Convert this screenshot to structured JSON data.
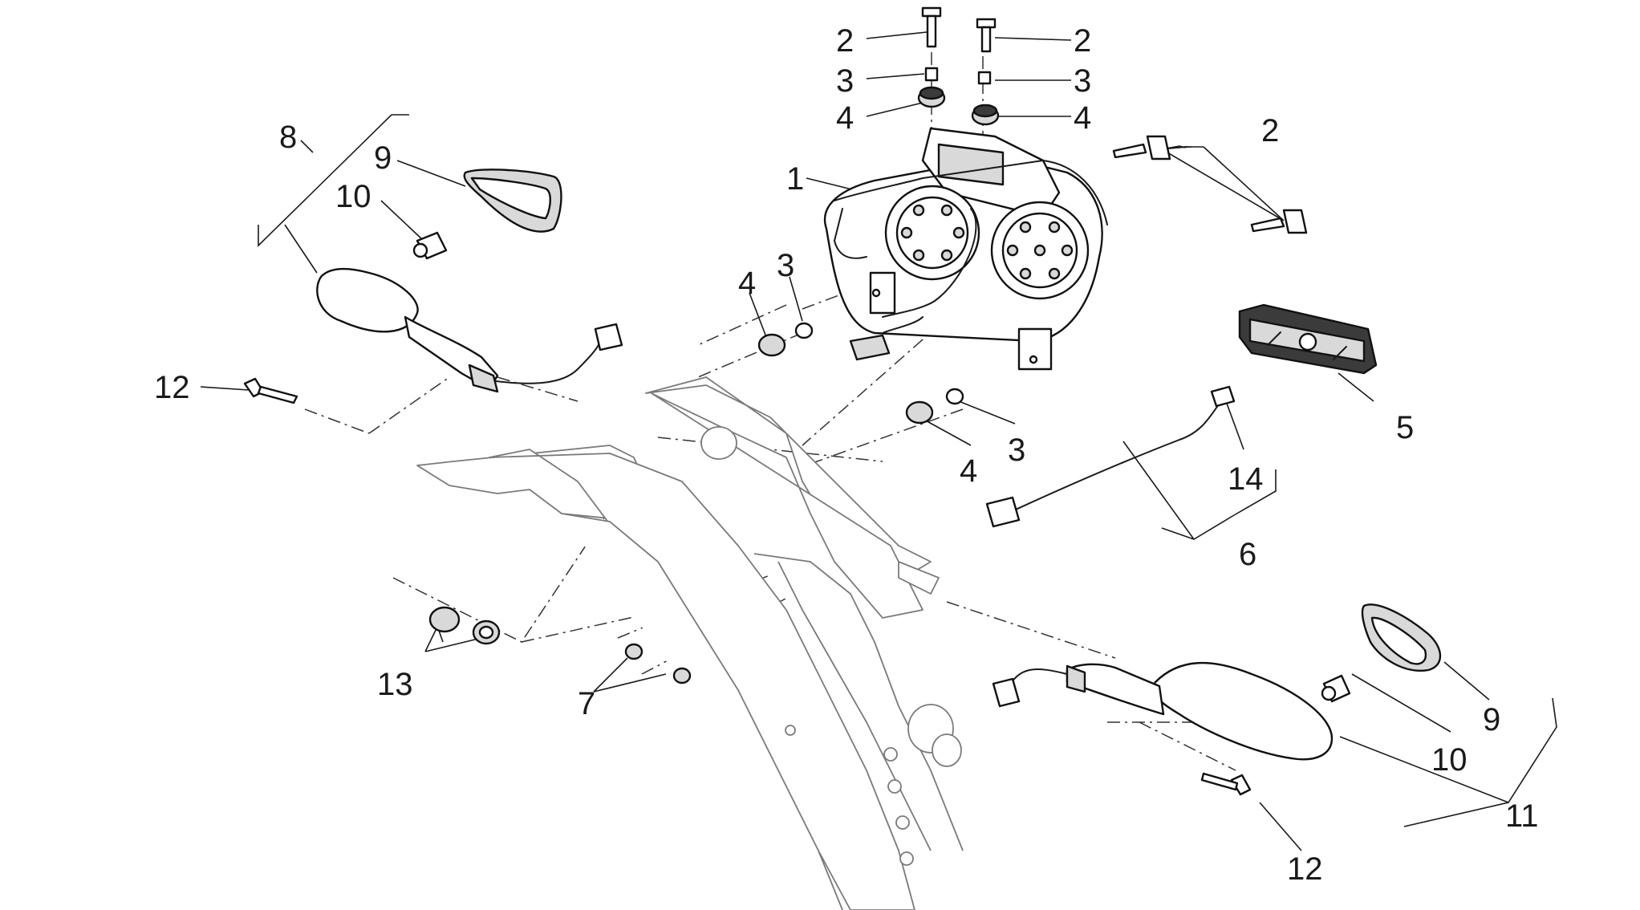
{
  "diagram": {
    "callouts": [
      {
        "id": "c-top-2-left",
        "text": "2"
      },
      {
        "id": "c-top-3-left",
        "text": "3"
      },
      {
        "id": "c-top-4-left",
        "text": "4"
      },
      {
        "id": "c-top-2-right",
        "text": "2"
      },
      {
        "id": "c-top-3-right",
        "text": "3"
      },
      {
        "id": "c-top-4-right",
        "text": "4"
      },
      {
        "id": "c-1",
        "text": "1"
      },
      {
        "id": "c-2-far-right",
        "text": "2"
      },
      {
        "id": "c-8",
        "text": "8"
      },
      {
        "id": "c-9-left",
        "text": "9"
      },
      {
        "id": "c-10-left",
        "text": "10"
      },
      {
        "id": "c-4-mid",
        "text": "4"
      },
      {
        "id": "c-3-mid",
        "text": "3"
      },
      {
        "id": "c-12-left",
        "text": "12"
      },
      {
        "id": "c-5",
        "text": "5"
      },
      {
        "id": "c-4-low",
        "text": "4"
      },
      {
        "id": "c-3-low",
        "text": "3"
      },
      {
        "id": "c-14",
        "text": "14"
      },
      {
        "id": "c-6",
        "text": "6"
      },
      {
        "id": "c-13",
        "text": "13"
      },
      {
        "id": "c-7",
        "text": "7"
      },
      {
        "id": "c-9-right",
        "text": "9"
      },
      {
        "id": "c-10-right",
        "text": "10"
      },
      {
        "id": "c-11",
        "text": "11"
      },
      {
        "id": "c-12-right",
        "text": "12"
      }
    ]
  }
}
